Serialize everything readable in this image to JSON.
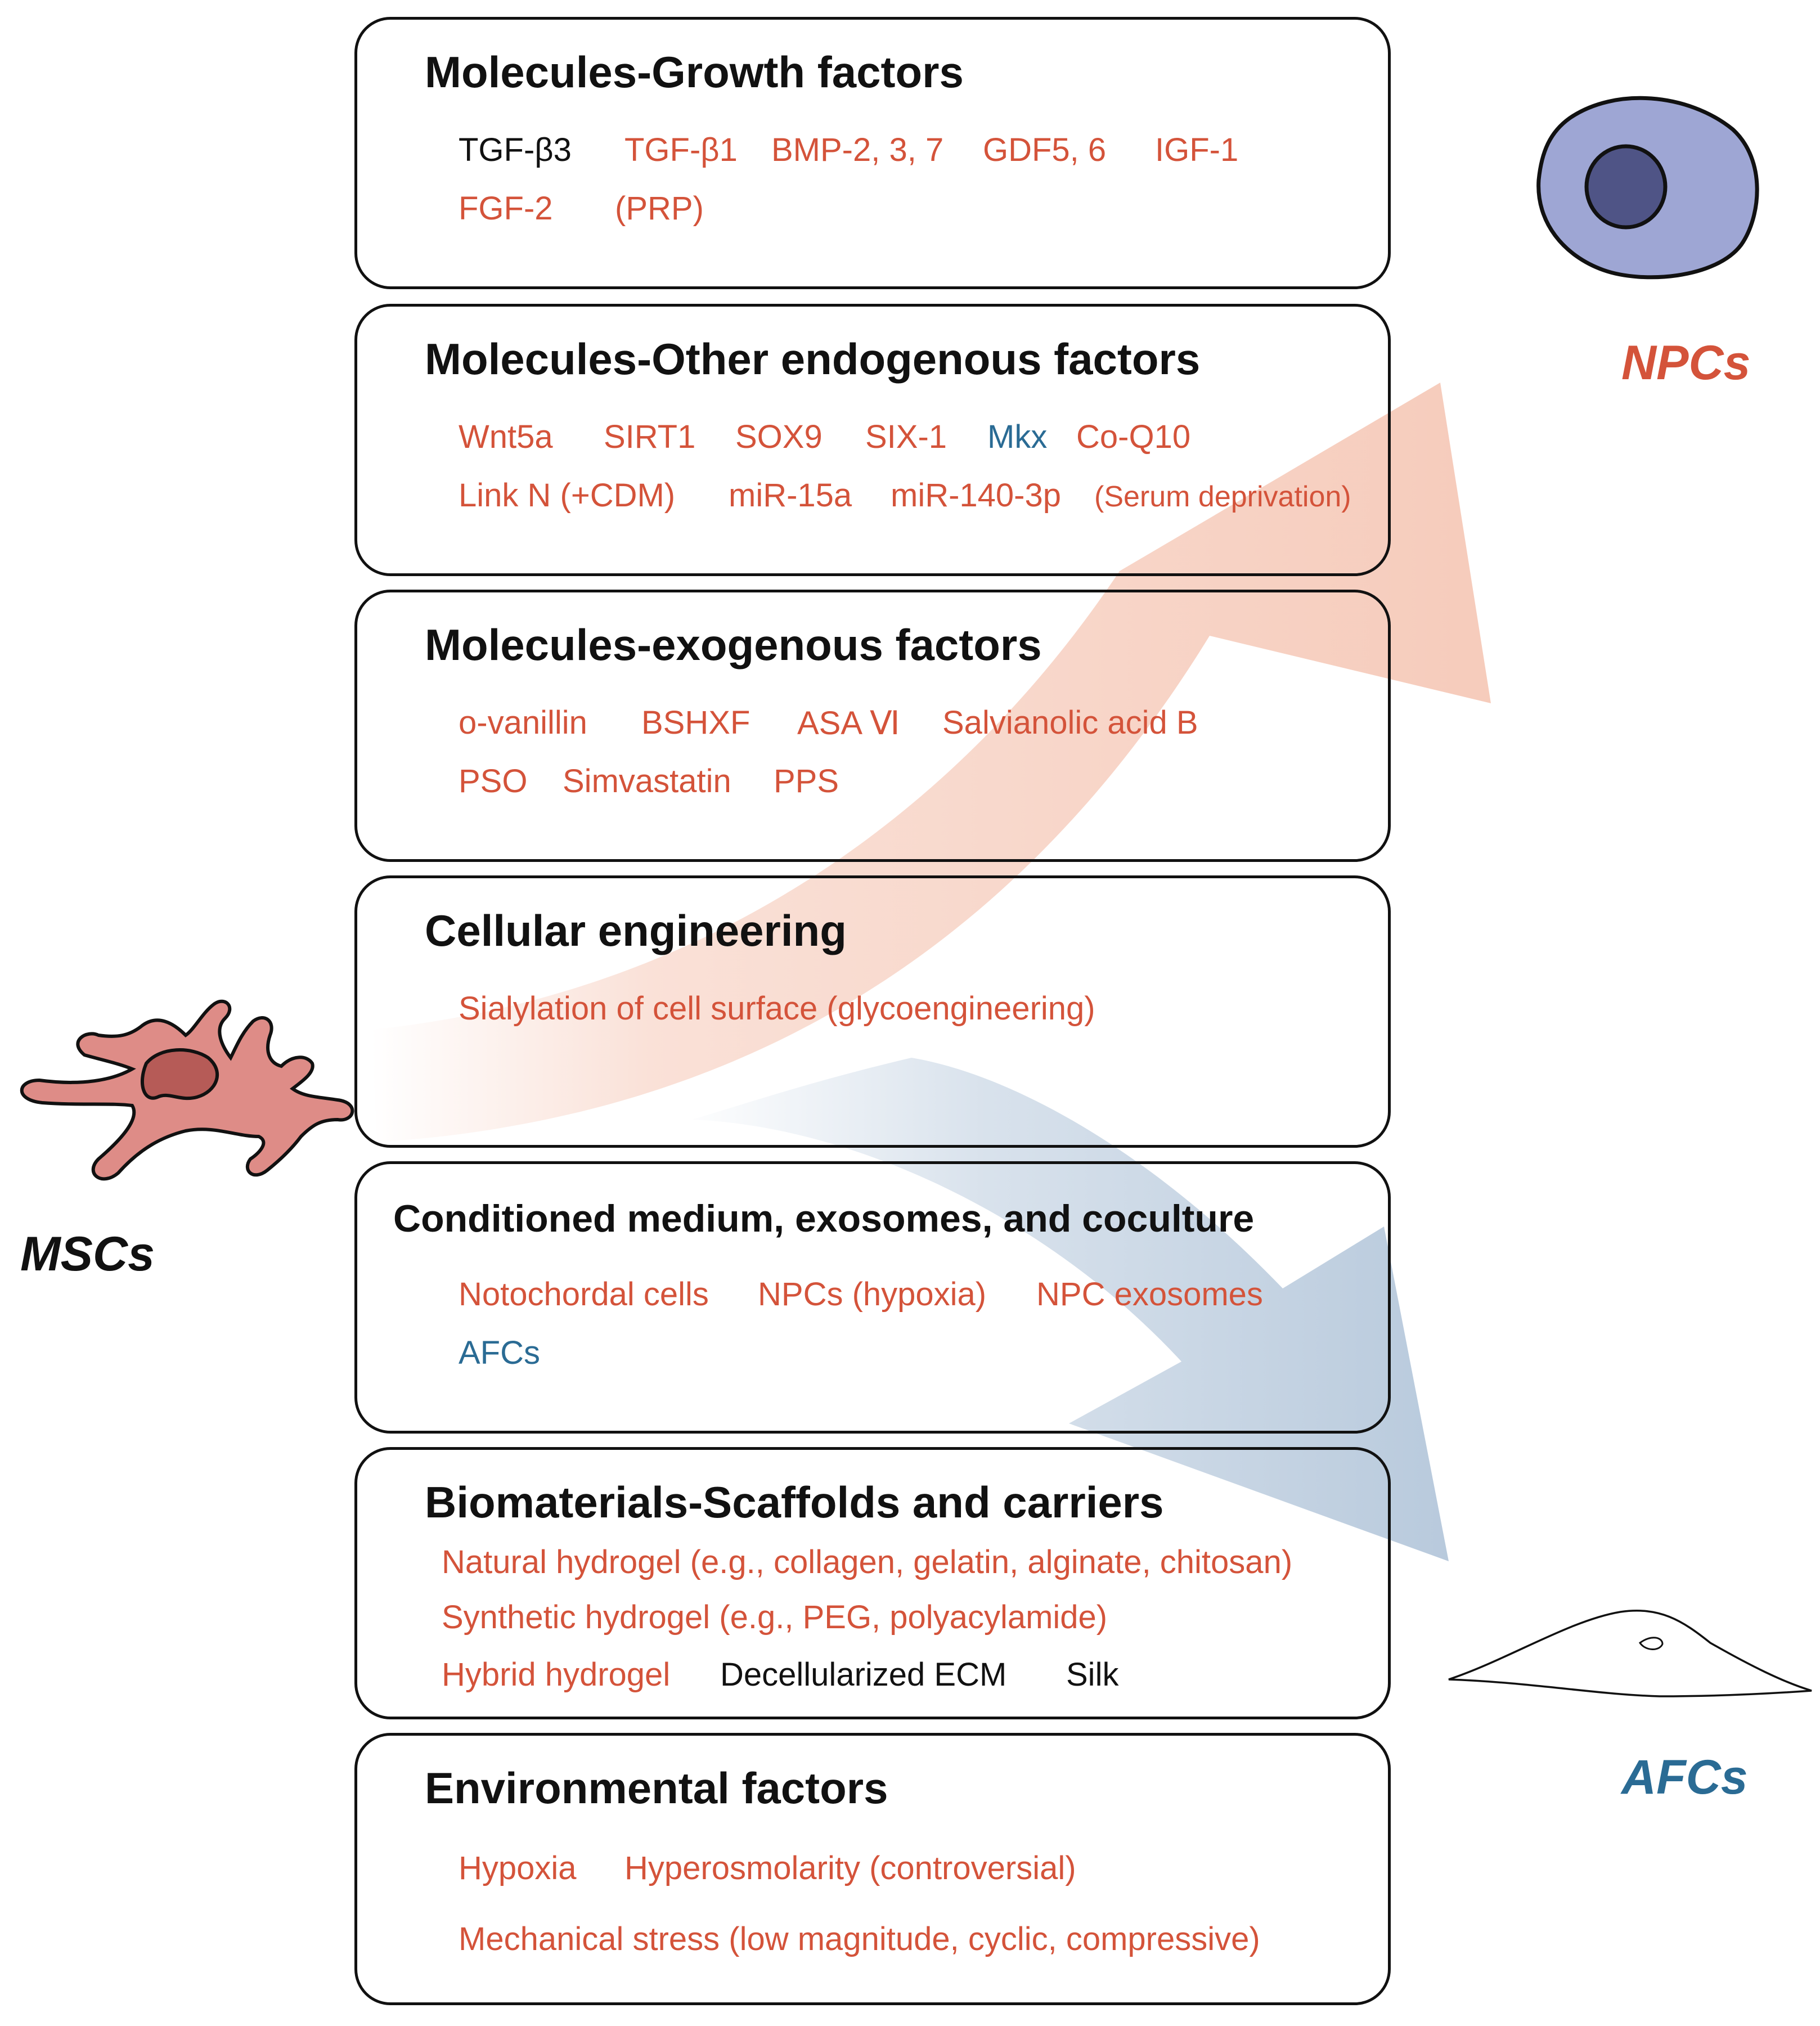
{
  "colors": {
    "red": "#d4533a",
    "blue": "#2a6b94",
    "black": "#111111",
    "npc_cell": "#9ea6d4",
    "npc_nucleus": "#4f5486",
    "msc_cell": "#de8c87",
    "msc_nucleus": "#b65b57"
  },
  "cells": {
    "npc_label": "NPCs",
    "msc_label": "MSCs",
    "afc_label": "AFCs"
  },
  "boxes": [
    {
      "title": "Molecules-Growth factors",
      "items": [
        {
          "text": "TGF-β3",
          "color": "black"
        },
        {
          "text": "TGF-β1",
          "color": "red"
        },
        {
          "text": "BMP-2, 3, 7",
          "color": "red"
        },
        {
          "text": "GDF5, 6",
          "color": "red"
        },
        {
          "text": "IGF-1",
          "color": "red"
        },
        {
          "text": "FGF-2",
          "color": "red"
        },
        {
          "text": "(PRP)",
          "color": "red"
        }
      ]
    },
    {
      "title": "Molecules-Other endogenous factors",
      "items": [
        {
          "text": "Wnt5a",
          "color": "red"
        },
        {
          "text": "SIRT1",
          "color": "red"
        },
        {
          "text": "SOX9",
          "color": "red"
        },
        {
          "text": "SIX-1",
          "color": "red"
        },
        {
          "text": "Mkx",
          "color": "blue"
        },
        {
          "text": "Co-Q10",
          "color": "red"
        },
        {
          "text": "Link N (+CDM)",
          "color": "red"
        },
        {
          "text": "miR-15a",
          "color": "red"
        },
        {
          "text": "miR-140-3p",
          "color": "red"
        },
        {
          "text": "(Serum deprivation)",
          "color": "red"
        }
      ]
    },
    {
      "title": "Molecules-exogenous factors",
      "items": [
        {
          "text": "o-vanillin",
          "color": "red"
        },
        {
          "text": "BSHXF",
          "color": "red"
        },
        {
          "text": "ASA Ⅵ",
          "color": "red"
        },
        {
          "text": "Salvianolic acid B",
          "color": "red"
        },
        {
          "text": "PSO",
          "color": "red"
        },
        {
          "text": "Simvastatin",
          "color": "red"
        },
        {
          "text": "PPS",
          "color": "red"
        }
      ]
    },
    {
      "title": "Cellular engineering",
      "items": [
        {
          "text": "Sialylation of cell surface (glycoengineering)",
          "color": "red"
        }
      ]
    },
    {
      "title": "Conditioned medium, exosomes, and coculture",
      "items": [
        {
          "text": "Notochordal cells",
          "color": "red"
        },
        {
          "text": "NPCs (hypoxia)",
          "color": "red"
        },
        {
          "text": "NPC exosomes",
          "color": "red"
        },
        {
          "text": "AFCs",
          "color": "blue"
        }
      ]
    },
    {
      "title": "Biomaterials-Scaffolds and carriers",
      "items": [
        {
          "text": "Natural hydrogel (e.g., collagen, gelatin, alginate, chitosan)",
          "color": "red"
        },
        {
          "text": "Synthetic hydrogel (e.g., PEG, polyacylamide)",
          "color": "red"
        },
        {
          "text": "Hybrid hydrogel",
          "color": "red"
        },
        {
          "text": "Decellularized ECM",
          "color": "black"
        },
        {
          "text": "Silk",
          "color": "black"
        }
      ]
    },
    {
      "title": "Environmental factors",
      "items": [
        {
          "text": "Hypoxia",
          "color": "red"
        },
        {
          "text": "Hyperosmolarity (controversial)",
          "color": "red"
        },
        {
          "text": "Mechanical stress (low magnitude, cyclic, compressive)",
          "color": "red"
        }
      ]
    }
  ]
}
